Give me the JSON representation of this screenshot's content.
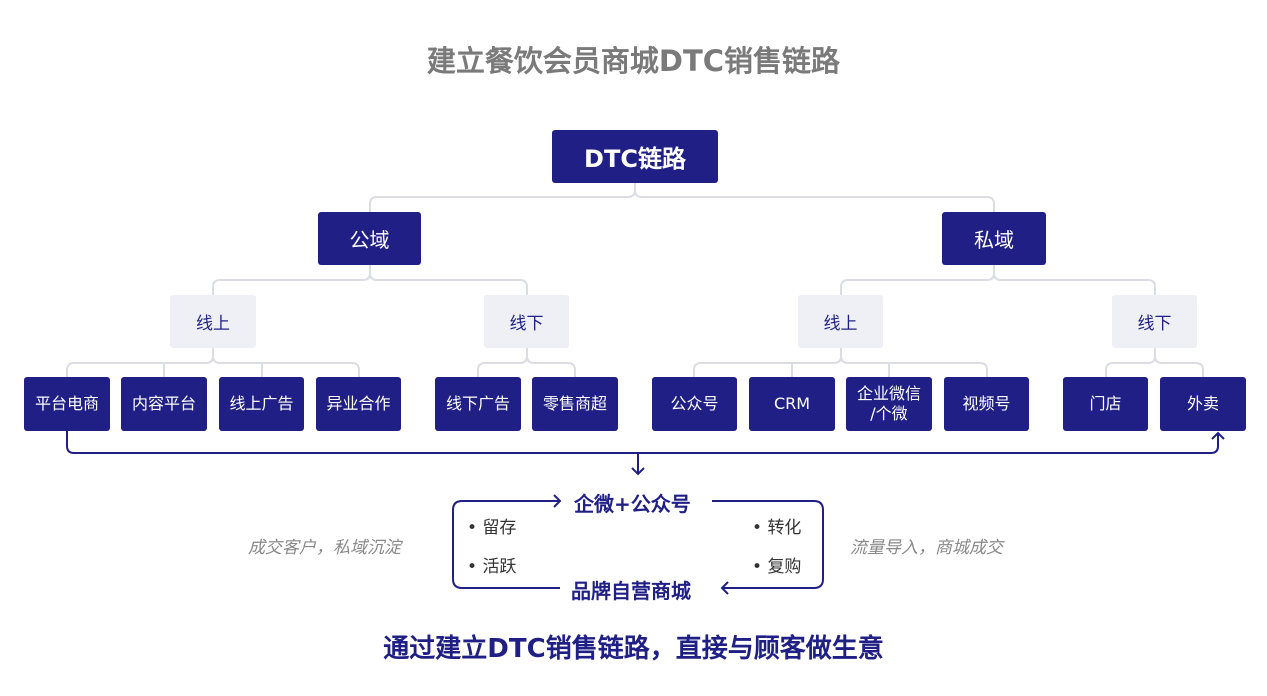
{
  "title": "建立餐饮会员商城DTC销售链路",
  "root": "DTC链路",
  "public": {
    "label": "公域",
    "online": {
      "label": "线上",
      "items": [
        "平台电商",
        "内容平台",
        "线上广告",
        "异业合作"
      ]
    },
    "offline": {
      "label": "线下",
      "items": [
        "线下广告",
        "零售商超"
      ]
    }
  },
  "private": {
    "label": "私域",
    "online": {
      "label": "线上",
      "items": [
        "公众号",
        "CRM",
        "企业微信\n/个微",
        "视频号"
      ]
    },
    "offline": {
      "label": "线下",
      "items": [
        "门店",
        "外卖"
      ]
    }
  },
  "loop": {
    "top": "企微+公众号",
    "bottom": "品牌自营商城",
    "left_bullets": [
      "留存",
      "活跃"
    ],
    "right_bullets": [
      "转化",
      "复购"
    ]
  },
  "side_left": "成交客户，私域沉淀",
  "side_right": "流量导入，商城成交",
  "footer": "通过建立DTC销售链路，直接与顾客做生意",
  "colors": {
    "primary": "#1f1f86",
    "light": "#eef0f6",
    "connector": "#dcdde3"
  }
}
